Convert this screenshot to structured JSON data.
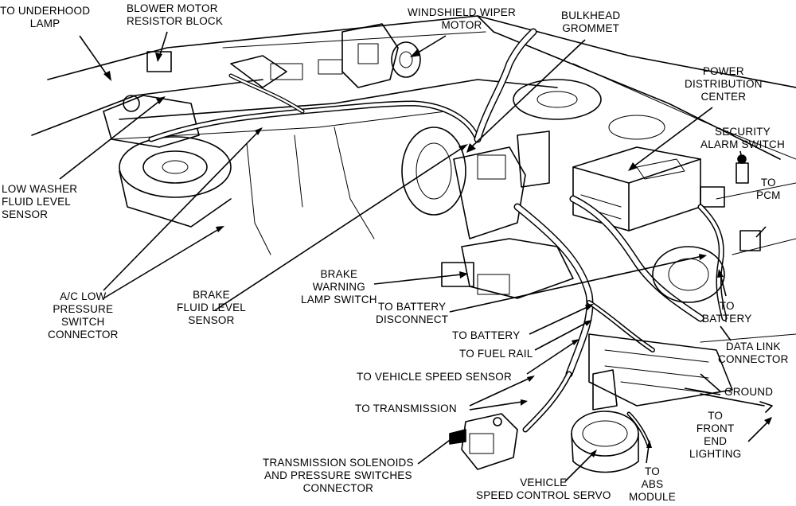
{
  "labels": {
    "underhood_lamp": [
      "TO UNDERHOOD",
      "LAMP"
    ],
    "blower_motor": [
      "BLOWER MOTOR",
      "RESISTOR BLOCK"
    ],
    "wiper_motor": [
      "WINDSHIELD WIPER",
      "MOTOR"
    ],
    "bulkhead_grommet": [
      "BULKHEAD",
      "GROMMET"
    ],
    "power_distribution": [
      "POWER",
      "DISTRIBUTION",
      "CENTER"
    ],
    "security_alarm": [
      "SECURITY",
      "ALARM SWITCH"
    ],
    "to_pcm": [
      "TO",
      "PCM"
    ],
    "low_washer": [
      "LOW WASHER",
      "FLUID LEVEL",
      "SENSOR"
    ],
    "ac_low_pressure": [
      "A/C LOW",
      "PRESSURE",
      "SWITCH",
      "CONNECTOR"
    ],
    "brake_fluid": [
      "BRAKE",
      "FLUID LEVEL",
      "SENSOR"
    ],
    "brake_warning": [
      "BRAKE",
      "WARNING",
      "LAMP SWITCH"
    ],
    "battery_disconnect": [
      "TO BATTERY",
      "DISCONNECT"
    ],
    "to_battery_left": [
      "TO BATTERY"
    ],
    "to_battery_right": [
      "TO",
      "BATTERY"
    ],
    "to_fuel_rail": [
      "TO FUEL RAIL"
    ],
    "vehicle_speed_sensor": [
      "TO VEHICLE SPEED SENSOR"
    ],
    "data_link": [
      "DATA LINK",
      "CONNECTOR"
    ],
    "ground": [
      "GROUND"
    ],
    "to_transmission": [
      "TO TRANSMISSION"
    ],
    "front_end_lighting": [
      "TO",
      "FRONT",
      "END",
      "LIGHTING"
    ],
    "trans_solenoids": [
      "TRANSMISSION SOLENOIDS",
      "AND PRESSURE SWITCHES",
      "CONNECTOR"
    ],
    "speed_control_servo": [
      "VEHICLE",
      "SPEED CONTROL SERVO"
    ],
    "abs_module": [
      "TO",
      "ABS",
      "MODULE"
    ]
  }
}
